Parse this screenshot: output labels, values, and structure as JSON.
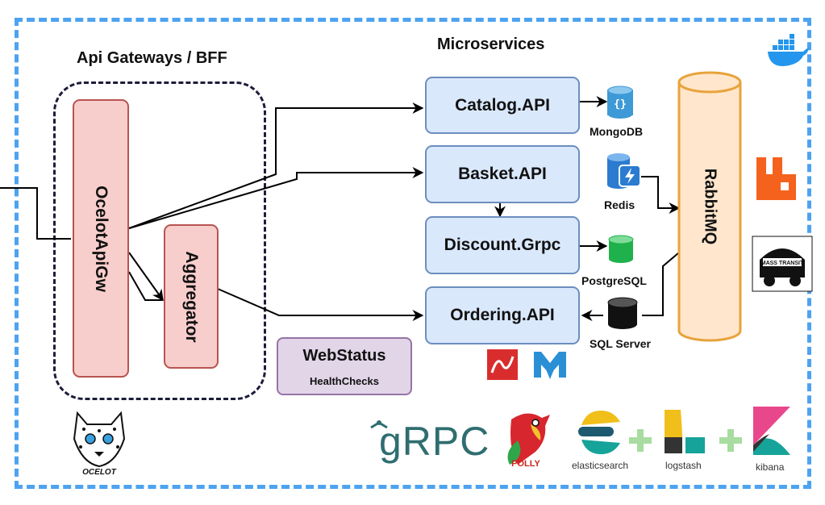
{
  "headings": {
    "gateways": "Api Gateways / BFF",
    "microservices": "Microservices"
  },
  "gateway": {
    "ocelot": "OcelotApiGw",
    "aggregator": "Aggregator"
  },
  "services": {
    "catalog": "Catalog.API",
    "basket": "Basket.API",
    "discount": "Discount.Grpc",
    "ordering": "Ordering.API"
  },
  "databases": {
    "mongodb": "MongoDB",
    "redis": "Redis",
    "postgresql": "PostgreSQL",
    "sqlserver": "SQL Server"
  },
  "webstatus": {
    "title": "WebStatus",
    "subtitle": "HealthChecks"
  },
  "broker": {
    "name": "RabbitMQ"
  },
  "logos": {
    "ocelot": "OCELOT",
    "grpc": "gRPC",
    "polly": "POLLY",
    "masstransit": "MASS TRANSIT",
    "elasticsearch": "elasticsearch",
    "logstash": "logstash",
    "kibana": "kibana"
  },
  "icons": [
    "docker-icon",
    "rabbitmq-logo-icon",
    "masstransit-logo-icon",
    "ocelot-logo-icon",
    "mongodb-cylinder-icon",
    "redis-cylinder-icon",
    "postgresql-cylinder-icon",
    "sqlserver-cylinder-icon",
    "dapper-logo-icon",
    "mediatr-logo-icon",
    "grpc-logo-icon",
    "polly-parrot-icon",
    "elasticsearch-logo-icon",
    "logstash-logo-icon",
    "kibana-logo-icon"
  ],
  "colors": {
    "frame": "#4da3f0",
    "service_fill": "#dae8fc",
    "service_border": "#6c8ebf",
    "gateway_fill": "#f8cecc",
    "gateway_border": "#b85450",
    "webstatus_fill": "#e1d5e7",
    "webstatus_border": "#9673a6",
    "rabbitmq_fill": "#ffe6cc",
    "rabbitmq_border": "#e8a33c",
    "mongodb": "#3d9ad6",
    "redis": "#2b7bd0",
    "postgresql": "#1fb14b",
    "sqlserver": "#111111",
    "rabbitmq_logo": "#f5621d",
    "grpc": "#2f6e70"
  }
}
